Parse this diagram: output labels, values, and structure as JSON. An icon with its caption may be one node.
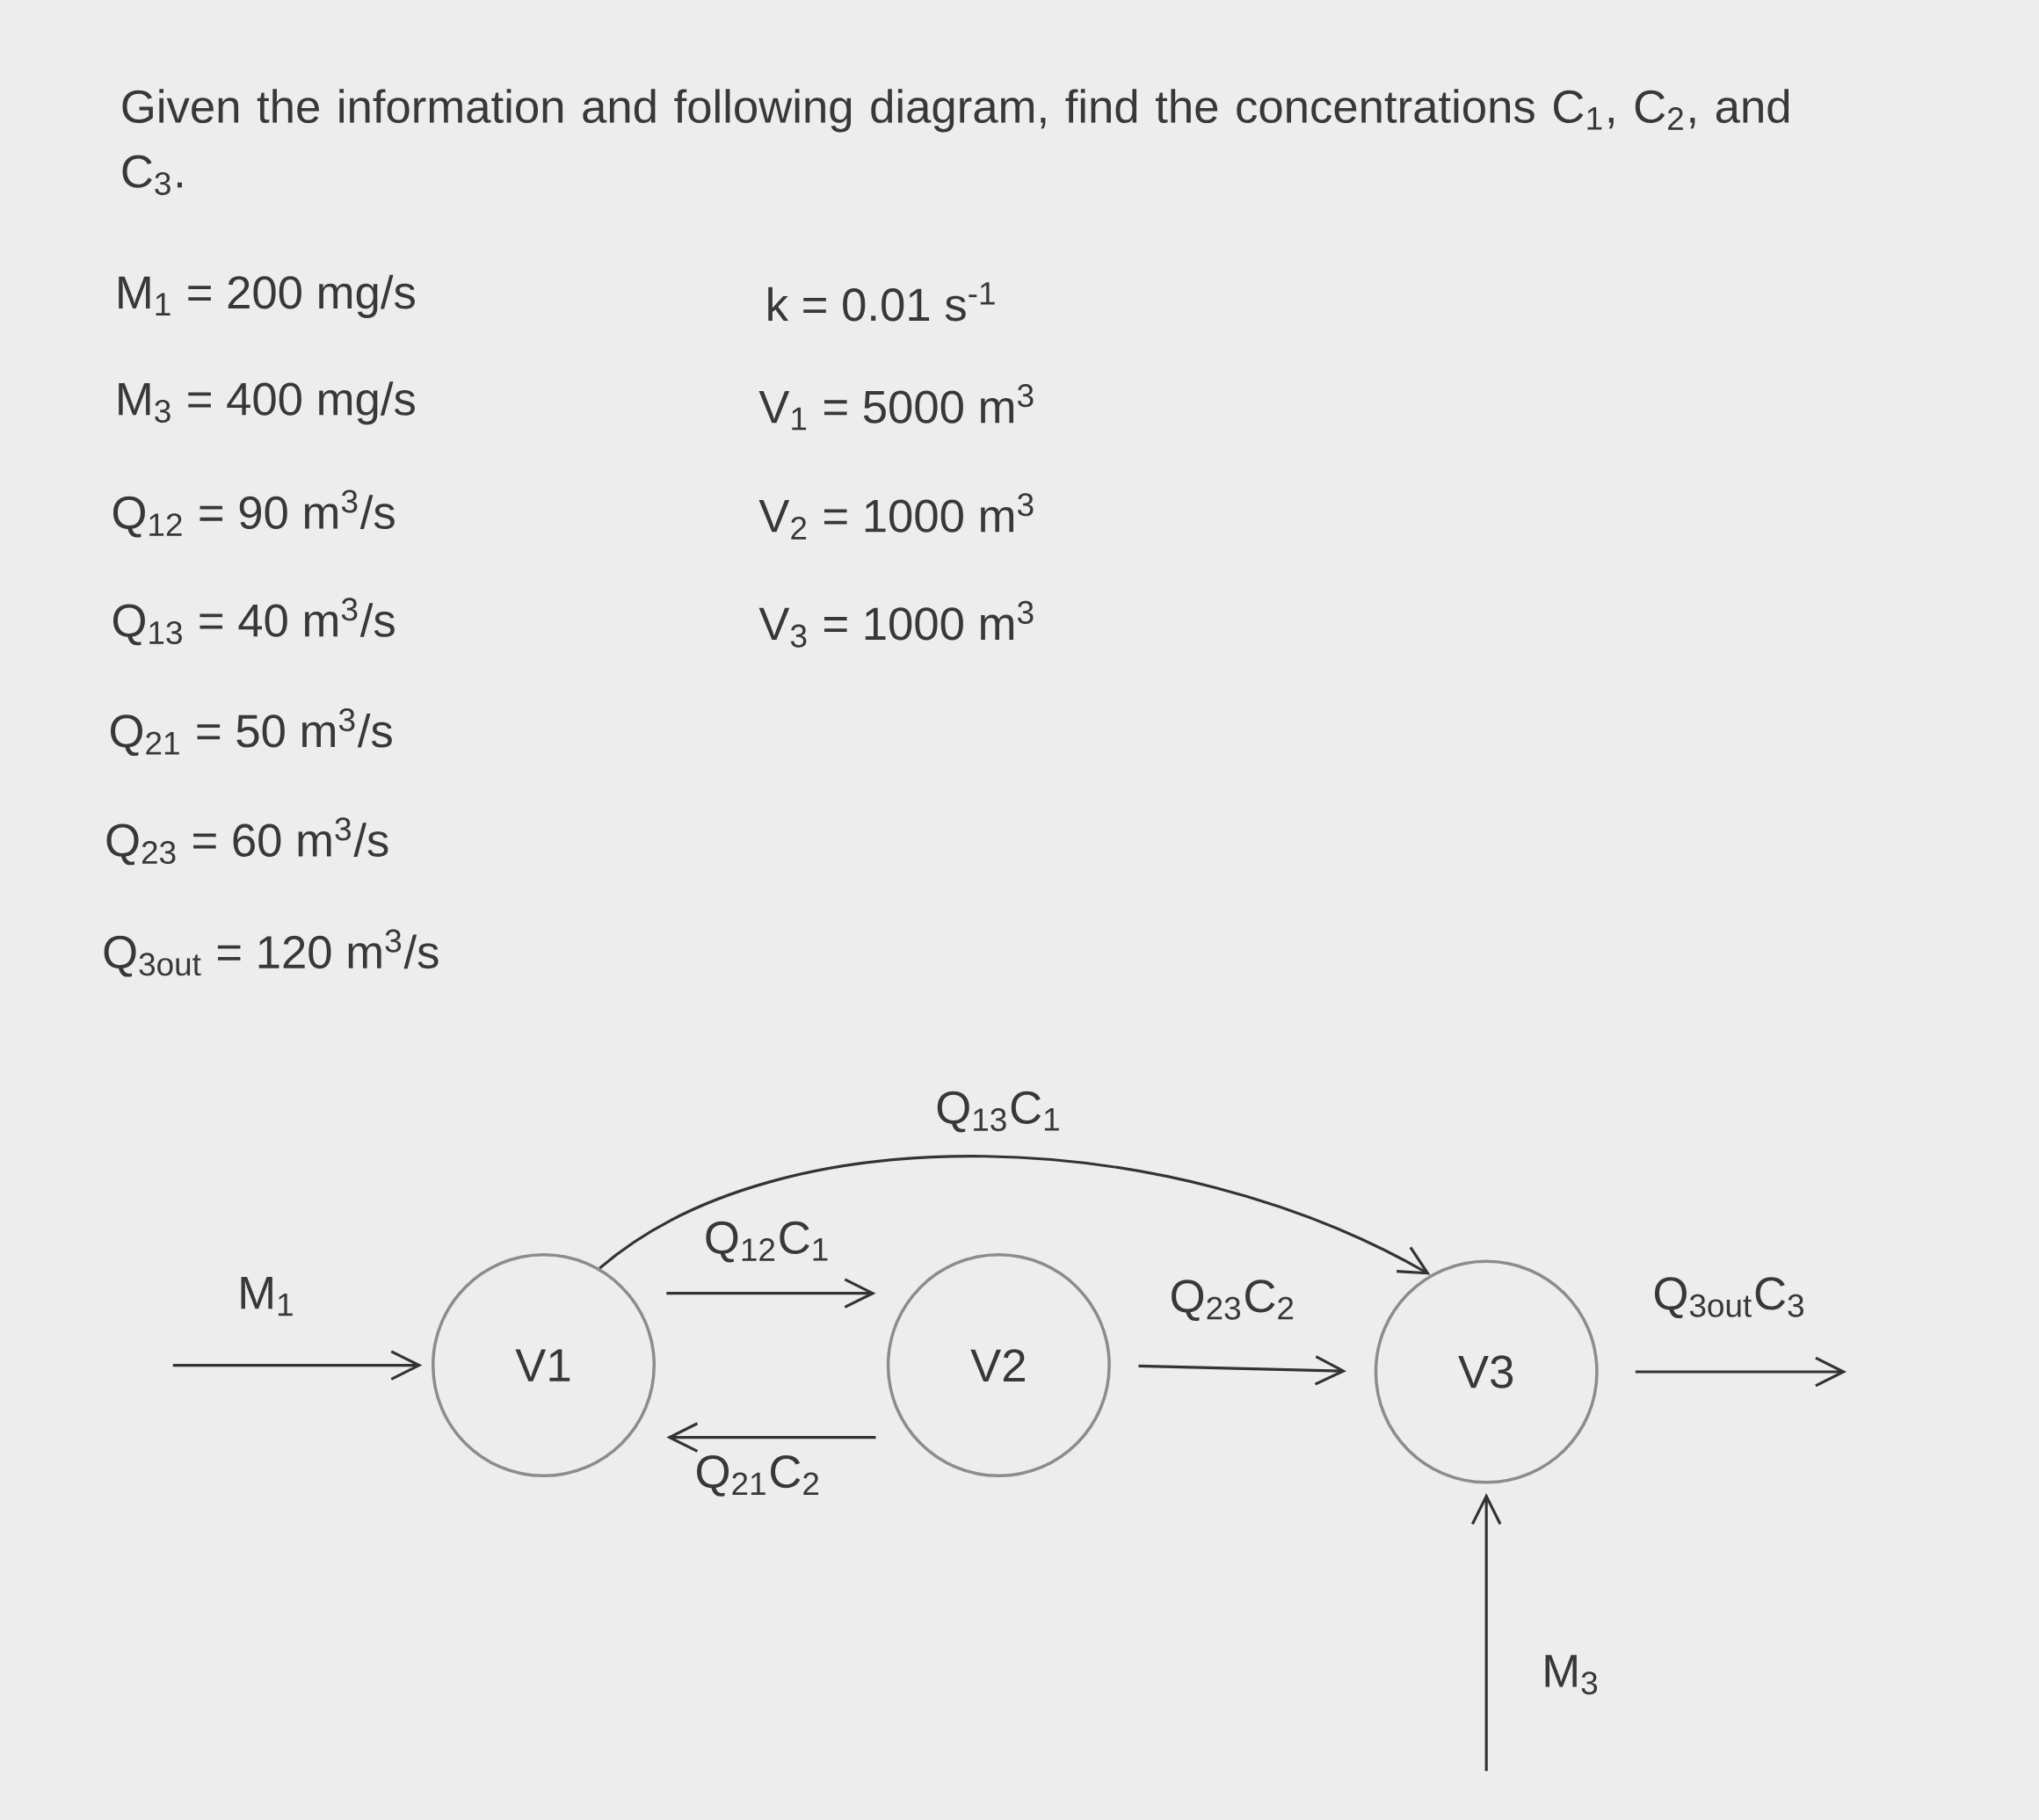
{
  "diagram": {
    "title": "Given the information and following diagram, find the concentrations C$_{1}$, C$_{2}$, and C$_{3}$.",
    "nodes": [
      {
        "text": [
          "V1"
        ]
      },
      {
        "text": [
          "V2"
        ]
      },
      {
        "text": [
          "V3"
        ]
      }
    ],
    "edges": [
      {
        "from": null,
        "to": 0,
        "arrow": "to",
        "label": "M$_{1}$"
      },
      {
        "from": 0,
        "to": 1,
        "arrow": "to",
        "label": "Q$_{12}$C$_{1}$"
      },
      {
        "from": 1,
        "to": 0,
        "arrow": "to",
        "label": "Q$_{21}$C$_{2}$"
      },
      {
        "from": 0,
        "to": 2,
        "arrow": "to",
        "label": "Q$_{13}$C$_{1}$"
      },
      {
        "from": 1,
        "to": 2,
        "arrow": "to",
        "label": "Q$_{23}$C$_{2}$"
      },
      {
        "from": 2,
        "to": null,
        "arrow": "to",
        "label": "Q$_{3out}$C$_{3}$"
      },
      {
        "from": null,
        "to": 2,
        "arrow": "to",
        "label": "M$_{3}$"
      }
    ],
    "labels": [
      "M$_{1}$ = 200 mg/s",
      "k = 0.01 s$^{-1}$",
      "M$_{3}$ = 400 mg/s",
      "V$_{1}$ = 5000 m$^{3}$",
      "Q$_{12}$ = 90 m$^{3}$/s",
      "V$_{2}$ = 1000 m$^{3}$",
      "Q$_{13}$ = 40 m$^{3}$/s",
      "V$_{3}$ = 1000 m$^{3}$",
      "Q$_{21}$ = 50 m$^{3}$/s",
      "Q$_{23}$ = 60 m$^{3}$/s",
      "Q$_{3out}$ = 120 m$^{3}$/s"
    ]
  }
}
